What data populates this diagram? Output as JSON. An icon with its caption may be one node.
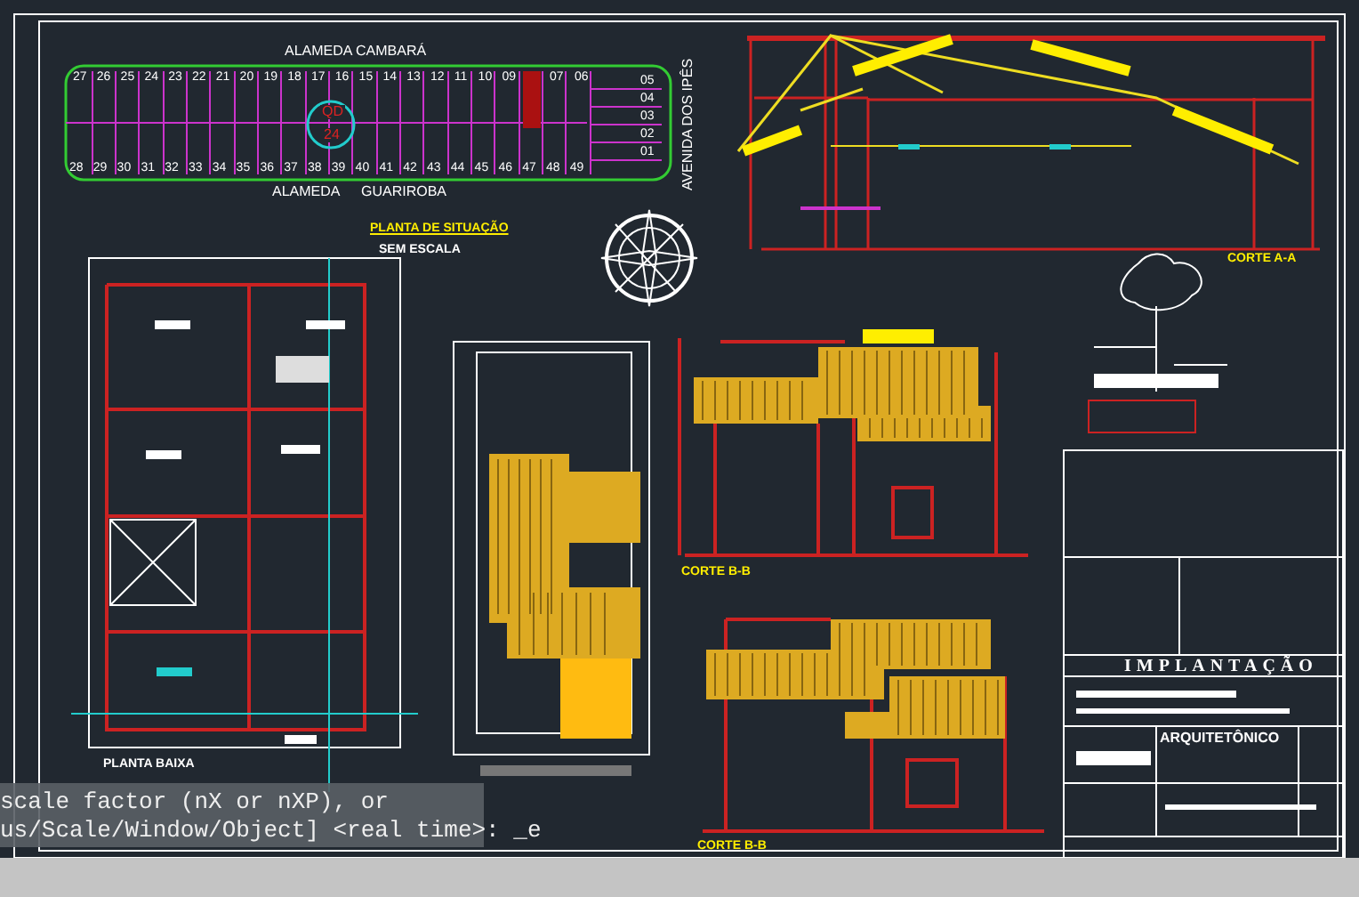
{
  "diagram": {
    "nodes": [
      {
        "text": [],
        "shape": "bar"
      }
    ],
    "labels": [
      "ALAMEDA CAMBARÁ",
      "27",
      "26",
      "25",
      "24",
      "23",
      "22",
      "21",
      "20",
      "19",
      "18",
      "17",
      "16",
      "15",
      "14",
      "13",
      "12",
      "11",
      "10",
      "09",
      "07",
      "06",
      "05",
      "04",
      "03",
      "02",
      "01",
      "QD",
      "24",
      "28",
      "29",
      "30",
      "31",
      "32",
      "33",
      "34",
      "35",
      "36",
      "37",
      "38",
      "39",
      "40",
      "41",
      "42",
      "43",
      "44",
      "45",
      "46",
      "47",
      "48",
      "49",
      "ALAMEDA",
      "GUARIROBA",
      "AVENIDA DOS IPÊS",
      "PLANTA DE SITUAÇÃO",
      "SEM ESCALA",
      "CORTE A-A",
      "PLANTA BAIXA",
      "CORTE B-B",
      "IMPLANTAÇÃO",
      "ARQUITETÔNICO",
      "CORTE B-B",
      "scale factor (nX or nXP), or",
      "us/Scale/Window/Object] <real time>: _e"
    ]
  }
}
